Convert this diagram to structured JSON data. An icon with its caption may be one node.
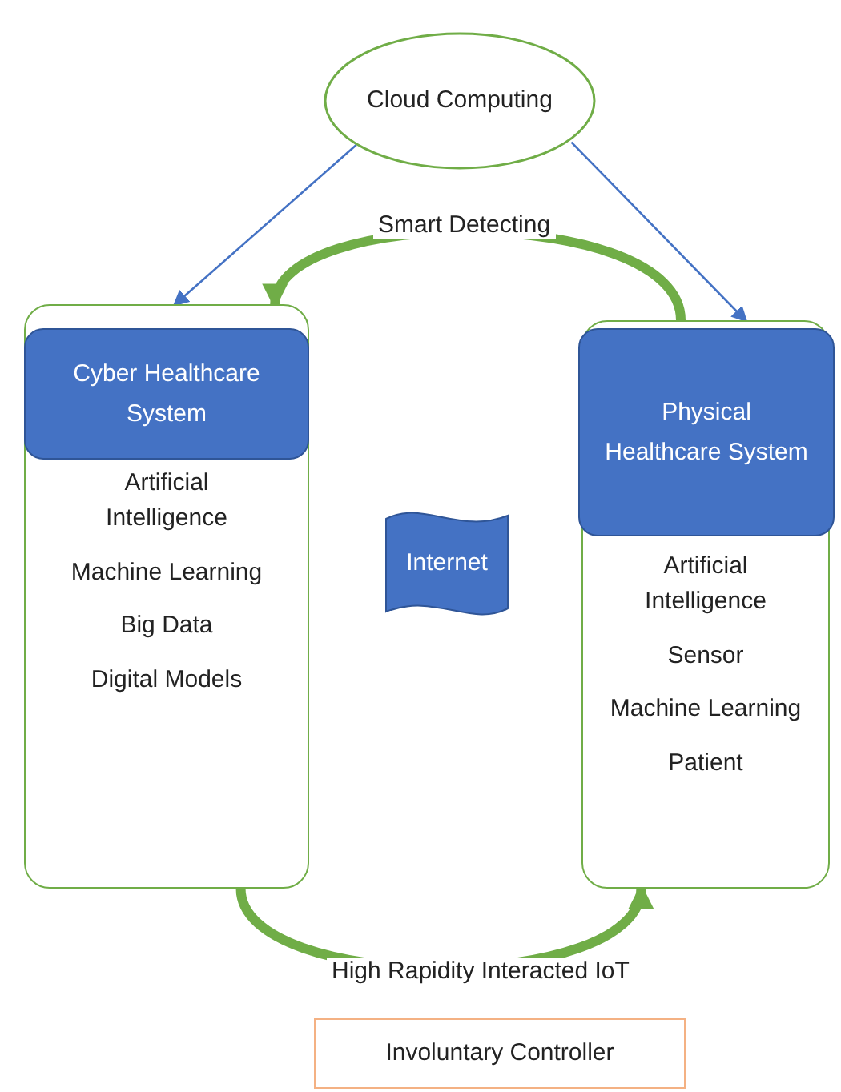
{
  "diagram": {
    "nodes": [
      {
        "text": [
          "Cloud Computing"
        ]
      },
      {
        "text": [
          "Artificial Intelligence",
          "Machine Learning",
          "Big Data",
          "Digital Models"
        ]
      },
      {
        "text": [
          "Cyber Healthcare System"
        ],
        "in": 1
      },
      {
        "text": [
          "Artificial Intelligence",
          "Sensor",
          "Machine Learning",
          "Patient"
        ]
      },
      {
        "text": [
          "Physical Healthcare System"
        ],
        "in": 3
      },
      {
        "text": [
          "Internet"
        ]
      },
      {
        "text": [
          "Involuntary Controller"
        ]
      }
    ],
    "edges": [
      {
        "from": 0,
        "to": 1,
        "arrow": "to"
      },
      {
        "from": 0,
        "to": 3,
        "arrow": "to"
      },
      {
        "from": 3,
        "to": 1,
        "arrow": "to",
        "label": "Smart Detecting",
        "style": "thick",
        "color": "#70ad47"
      },
      {
        "from": 1,
        "to": 3,
        "arrow": "to",
        "label": "High Rapidity Interacted IoT",
        "style": "thick",
        "color": "#70ad47"
      }
    ]
  }
}
